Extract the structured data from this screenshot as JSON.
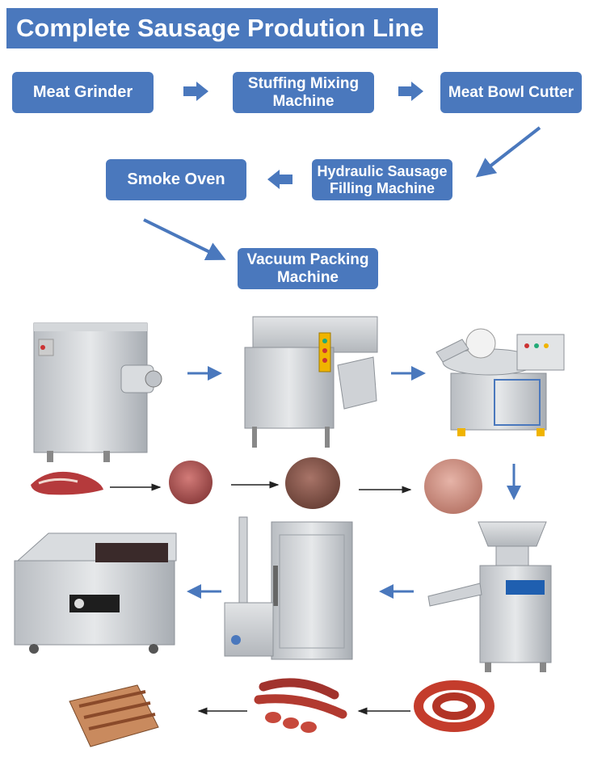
{
  "title": "Complete Sausage Prodution Line",
  "steps": [
    {
      "label": "Meat Grinder"
    },
    {
      "label": "Stuffing Mixing Machine"
    },
    {
      "label": "Meat Bowl Cutter"
    },
    {
      "label": "Hydraulic Sausage Filling Machine"
    },
    {
      "label": "Smoke Oven"
    },
    {
      "label": "Vacuum Packing Machine"
    }
  ],
  "colors": {
    "box": "#4a78bd",
    "arrow": "#4a78bd",
    "small_arrow": "#222222",
    "steel": "#c9ccd0"
  }
}
